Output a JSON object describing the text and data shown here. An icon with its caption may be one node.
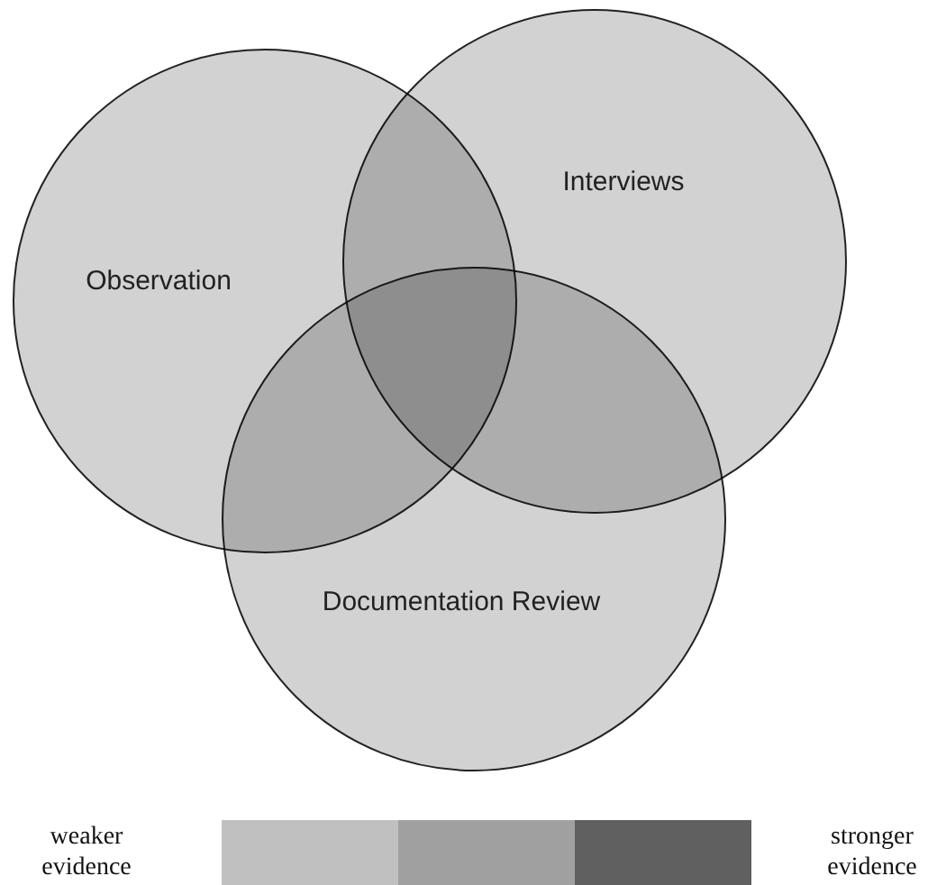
{
  "diagram": {
    "nodes": [
      {
        "text": [
          "Observation"
        ]
      },
      {
        "text": [
          "Interviews"
        ]
      },
      {
        "text": [
          "Documentation Review"
        ]
      },
      {
        "text": [],
        "shape": "bar"
      }
    ],
    "edges": [],
    "labels": [
      "weaker evidence",
      "stronger evidence"
    ]
  }
}
